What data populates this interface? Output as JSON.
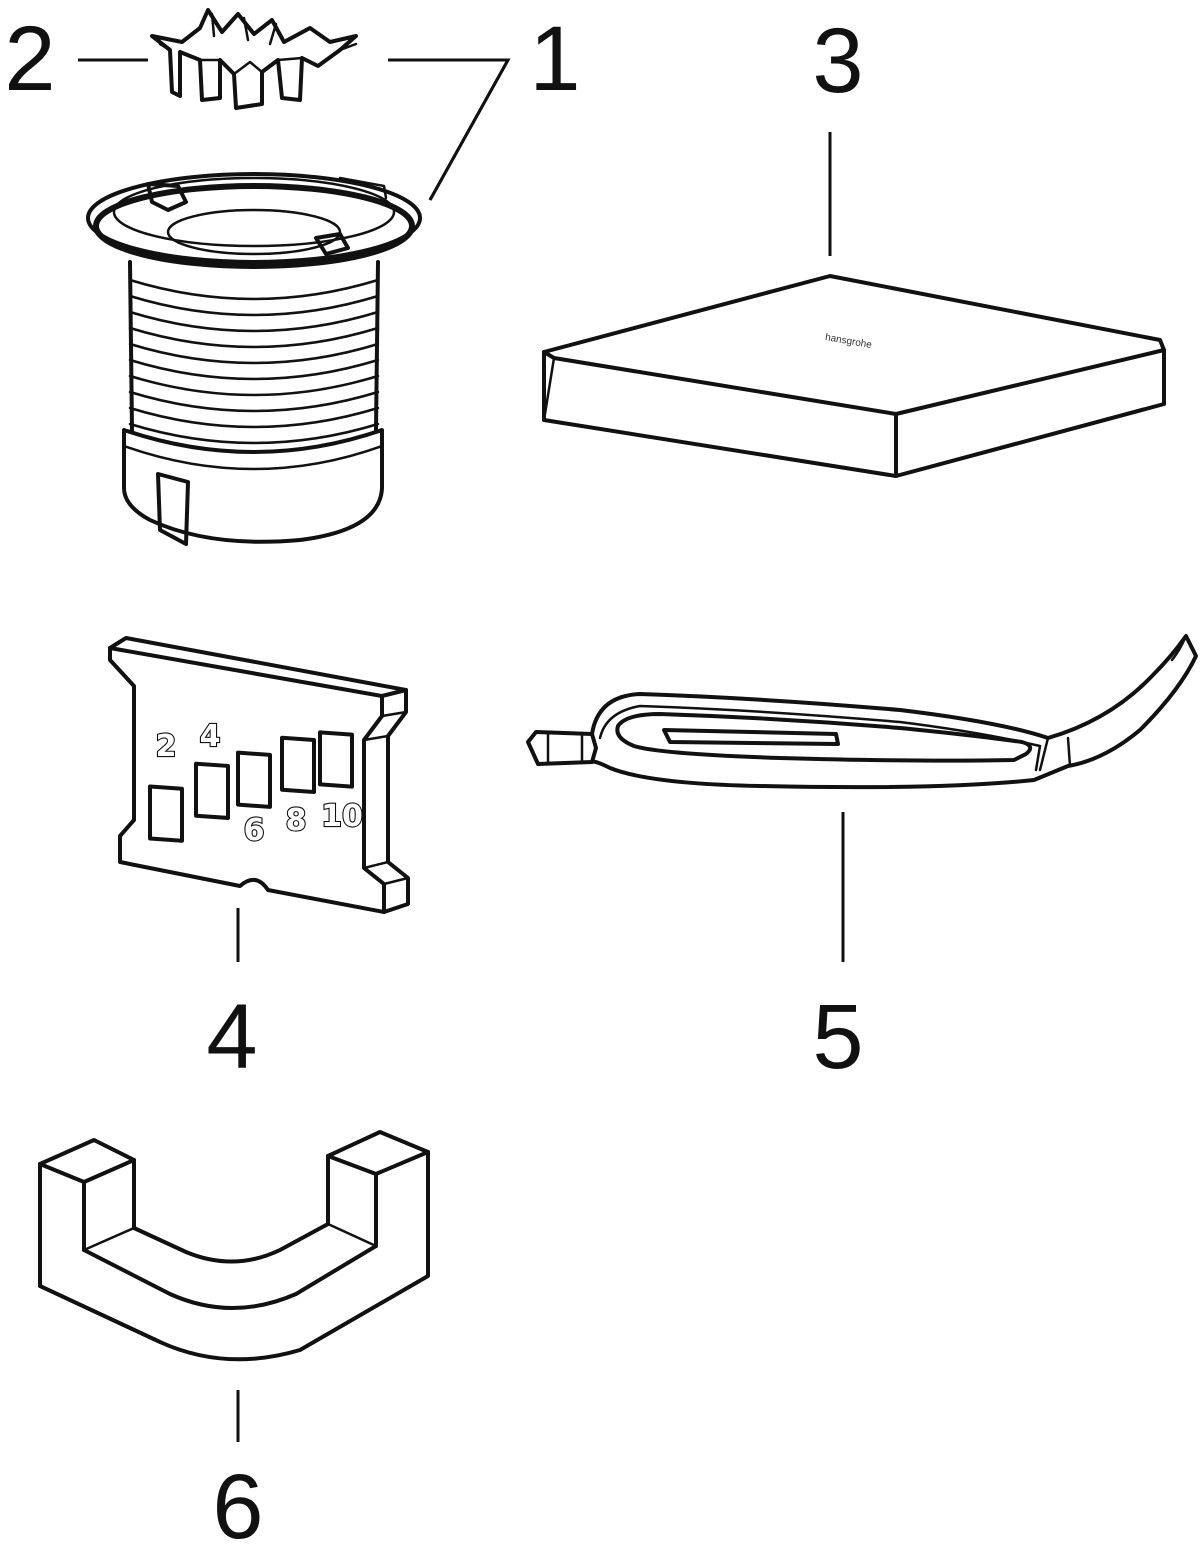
{
  "colors": {
    "line": "#111111",
    "background": "#ffffff"
  },
  "callouts": [
    {
      "id": "1",
      "label": "1"
    },
    {
      "id": "2",
      "label": "2"
    },
    {
      "id": "3",
      "label": "3"
    },
    {
      "id": "4",
      "label": "4"
    },
    {
      "id": "5",
      "label": "5"
    },
    {
      "id": "6",
      "label": "6"
    }
  ],
  "parts": {
    "cover_plate": {
      "brand_text": "hansgrohe"
    },
    "gauge": {
      "markings": [
        "2",
        "4",
        "6",
        "8",
        "10"
      ]
    }
  }
}
